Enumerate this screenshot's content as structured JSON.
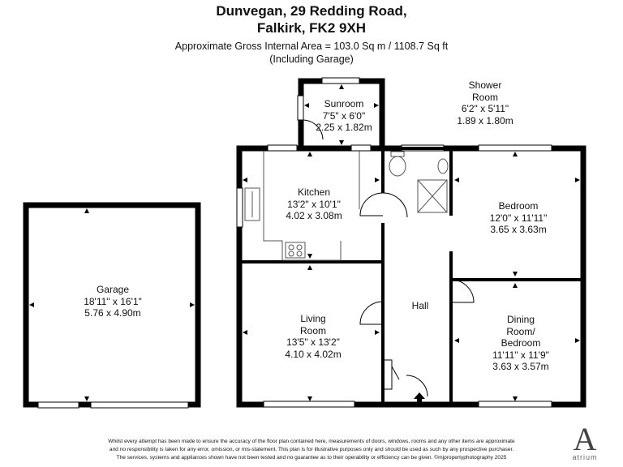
{
  "header": {
    "title_line1": "Dunvegan, 29 Redding Road,",
    "title_line2": "Falkirk, FK2 9XH",
    "area": "Approximate Gross Internal Area = 103.0 Sq m / 1108.7 Sq ft",
    "area_note": "(Including Garage)"
  },
  "rooms": {
    "garage": {
      "name": "Garage",
      "imperial": "18'11\" x 16'1\"",
      "metric": "5.76 x 4.90m"
    },
    "sunroom": {
      "name": "Sunroom",
      "imperial": "7'5\" x 6'0\"",
      "metric": "2.25 x 1.82m"
    },
    "kitchen": {
      "name": "Kitchen",
      "imperial": "13'2\" x 10'1\"",
      "metric": "4.02 x 3.08m"
    },
    "shower": {
      "name_line1": "Shower",
      "name_line2": "Room",
      "imperial": "6'2\" x 5'11\"",
      "metric": "1.89 x 1.80m"
    },
    "bedroom": {
      "name": "Bedroom",
      "imperial": "12'0\" x 11'11\"",
      "metric": "3.65 x 3.63m"
    },
    "living": {
      "name_line1": "Living",
      "name_line2": "Room",
      "imperial": "13'5\" x 13'2\"",
      "metric": "4.10 x 4.02m"
    },
    "hall": {
      "name": "Hall"
    },
    "dining": {
      "name_line1": "Dining",
      "name_line2": "Room/",
      "name_line3": "Bedroom",
      "imperial": "11'11\" x 11'9\"",
      "metric": "3.63 x 3.57m"
    }
  },
  "disclaimer": {
    "line1": "Whilst every attempt has been made to ensure the accuracy of the floor plan contained here, measurements of doors, windows, rooms and any other items are approximate",
    "line2": "and no responsibility is taken for any error, omission, or mis-statement. This plan is for illustrative purposes only and should be used as such by any prospective purchaser.",
    "line3": "The services, systems and appliances shown have not been tested and no guarantee as to their operability or efficiency can be given. ©mjpropertyphotography 2025"
  },
  "logo": {
    "letter": "A",
    "word": "atrium"
  },
  "colors": {
    "wall": "#000000",
    "fixture": "#555555",
    "window": "#ffffff"
  }
}
